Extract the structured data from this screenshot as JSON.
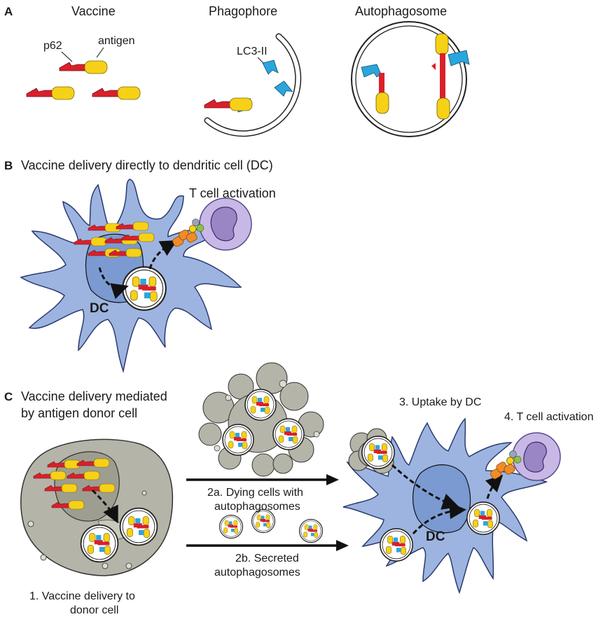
{
  "panel_a": {
    "letter": "A",
    "title_vaccine": "Vaccine",
    "title_phagophore": "Phagophore",
    "title_autophagosome": "Autophagosome",
    "label_p62": "p62",
    "label_antigen": "antigen",
    "label_lc3": "LC3-II"
  },
  "panel_b": {
    "letter": "B",
    "title": "Vaccine delivery directly to dendritic cell (DC)",
    "tcell_label": "T cell activation",
    "dc_label": "DC"
  },
  "panel_c": {
    "letter": "C",
    "title_line1": "Vaccine delivery mediated",
    "title_line2": "by antigen donor cell",
    "step1_line1": "1. Vaccine delivery to",
    "step1_line2": "donor cell",
    "step2a_line1": "2a. Dying cells with",
    "step2a_line2": "autophagosomes",
    "step2b_line1": "2b. Secreted",
    "step2b_line2": "autophagosomes",
    "step3": "3. Uptake by DC",
    "step4": "4. T cell activation",
    "dc_label": "DC"
  },
  "colors": {
    "p62_red": "#d9202a",
    "antigen_yellow": "#f7d117",
    "lc3_blue": "#2aa6dd",
    "dc_blue": "#9db4e0",
    "nucleus_blue": "#7b9ad1",
    "tcell_purple": "#a18ec8",
    "donor_gray": "#b4b4a8",
    "mhc_orange": "#f08c28"
  }
}
